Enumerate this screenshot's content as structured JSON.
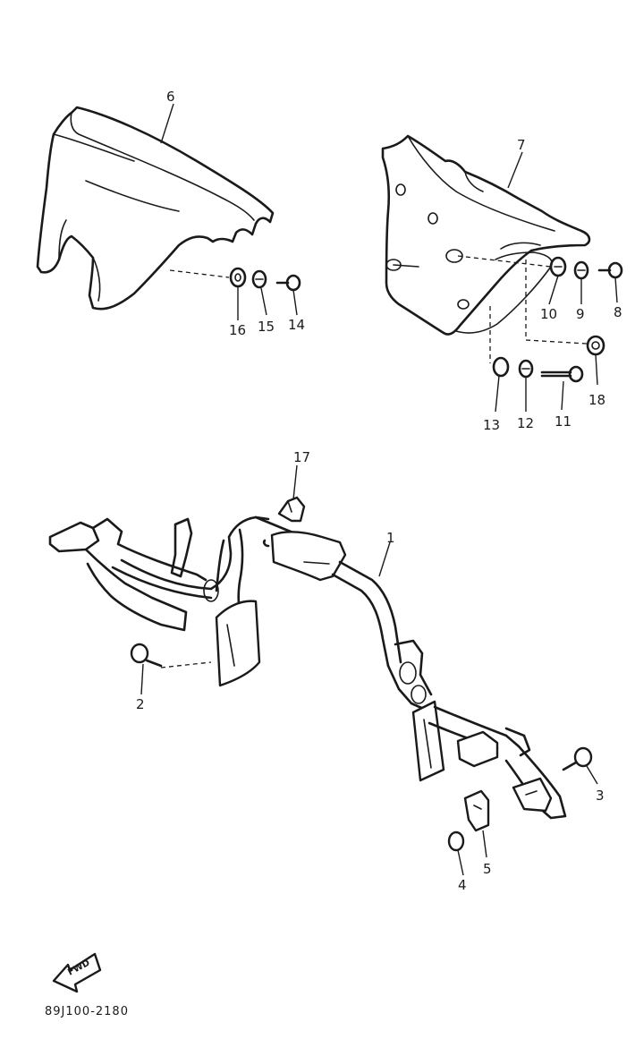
{
  "diagram": {
    "part_numbers": [
      "1",
      "2",
      "3",
      "4",
      "5",
      "6",
      "7",
      "8",
      "9",
      "10",
      "11",
      "12",
      "13",
      "14",
      "15",
      "16",
      "17",
      "18"
    ],
    "fwd_label": "FWD",
    "drawing_code": "89J100-2180"
  }
}
